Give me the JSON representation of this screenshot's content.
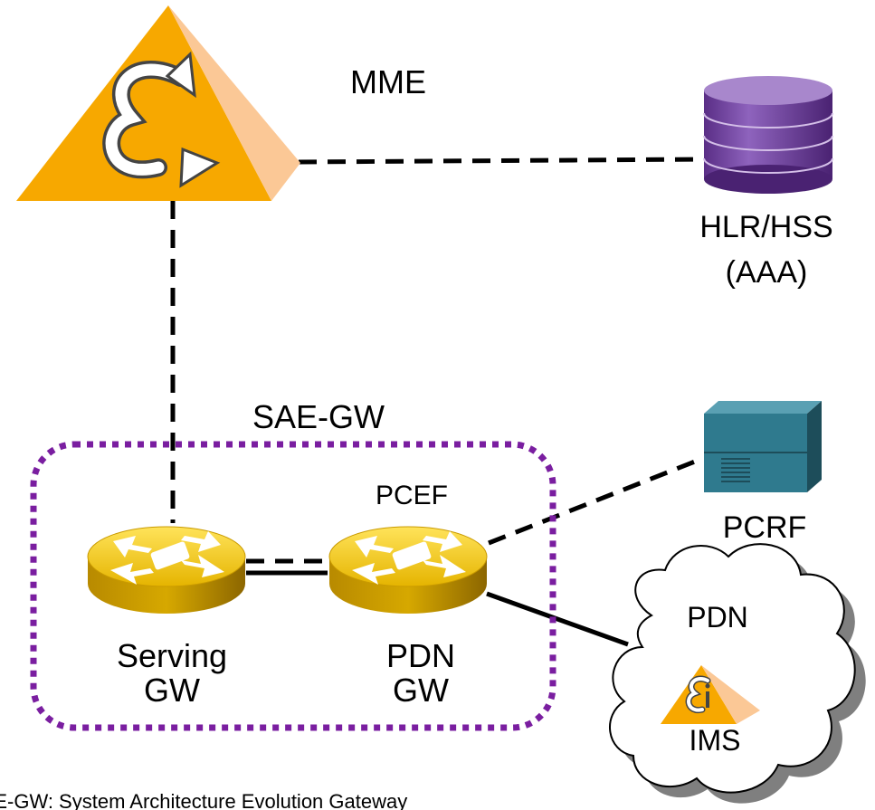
{
  "nodes": {
    "mme": {
      "label": "MME",
      "icon": "mme-pyramid-icon"
    },
    "hss": {
      "label_line1": "HLR/HSS",
      "label_line2": "(AAA)",
      "icon": "database-cylinder-icon"
    },
    "sae_gw": {
      "label": "SAE-GW"
    },
    "pcef": {
      "label": "PCEF"
    },
    "serving_gw": {
      "label_line1": "Serving",
      "label_line2": "GW",
      "icon": "router-icon"
    },
    "pdn_gw": {
      "label_line1": "PDN",
      "label_line2": "GW",
      "icon": "router-icon"
    },
    "pcrf": {
      "label": "PCRF",
      "icon": "server-box-icon"
    },
    "pdn_cloud": {
      "label": "PDN",
      "icon": "cloud-icon"
    },
    "ims": {
      "label": "IMS",
      "icon": "ims-pyramid-icon"
    }
  },
  "footnote": "SAE-GW: System Architecture Evolution Gateway",
  "colors": {
    "pyramid": "#f7a800",
    "pyramid_side": "#fbc896",
    "database": "#7b4ea6",
    "router": "#f2c500",
    "server": "#2f6e80",
    "sae_border": "#7a1ea0",
    "line": "#000000"
  }
}
